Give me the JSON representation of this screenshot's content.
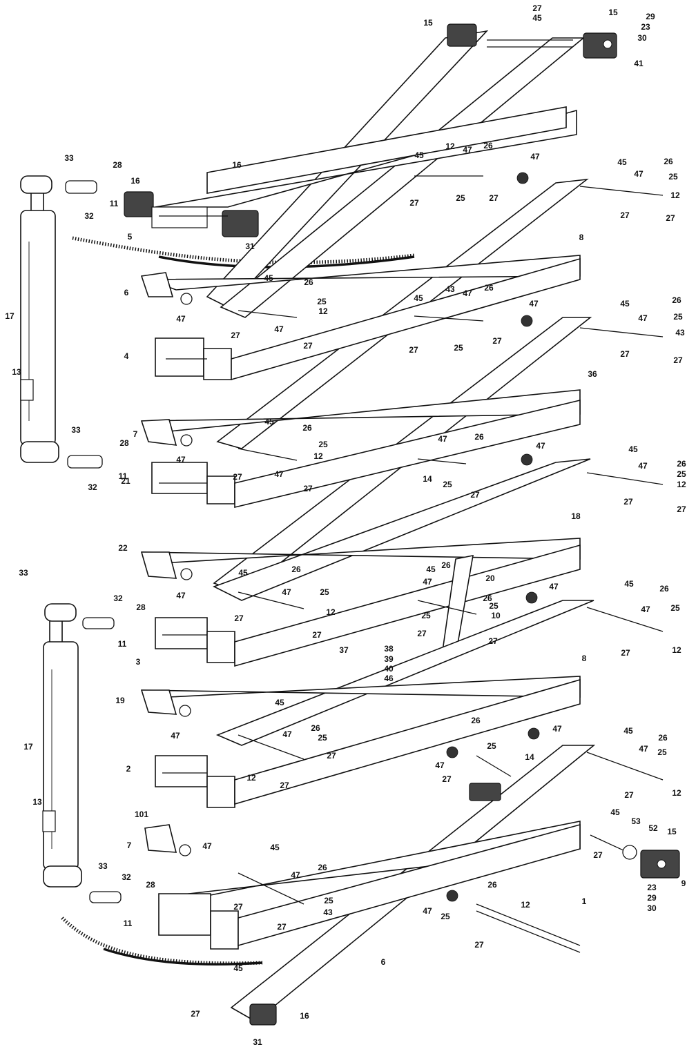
{
  "diagram": {
    "colors": {
      "ink": "#111111",
      "paper": "#ffffff"
    },
    "callouts": [
      {
        "id": "c1",
        "text": "27"
      },
      {
        "id": "c2",
        "text": "45"
      },
      {
        "id": "c3",
        "text": "15"
      },
      {
        "id": "c4",
        "text": "15"
      },
      {
        "id": "c5",
        "text": "29"
      },
      {
        "id": "c6",
        "text": "23"
      },
      {
        "id": "c7",
        "text": "30"
      },
      {
        "id": "c8",
        "text": "41"
      },
      {
        "id": "c9",
        "text": "33"
      },
      {
        "id": "c10",
        "text": "28"
      },
      {
        "id": "c11",
        "text": "11"
      },
      {
        "id": "c12",
        "text": "32"
      },
      {
        "id": "c13",
        "text": "16"
      },
      {
        "id": "c14",
        "text": "16"
      },
      {
        "id": "c15",
        "text": "5"
      },
      {
        "id": "c16",
        "text": "31"
      },
      {
        "id": "c17",
        "text": "45"
      },
      {
        "id": "c18",
        "text": "12"
      },
      {
        "id": "c19",
        "text": "47"
      },
      {
        "id": "c20",
        "text": "26"
      },
      {
        "id": "c21",
        "text": "47"
      },
      {
        "id": "c22",
        "text": "25"
      },
      {
        "id": "c23",
        "text": "27"
      },
      {
        "id": "c24",
        "text": "27"
      },
      {
        "id": "c25",
        "text": "45"
      },
      {
        "id": "c26",
        "text": "47"
      },
      {
        "id": "c27",
        "text": "26"
      },
      {
        "id": "c28",
        "text": "25"
      },
      {
        "id": "c29",
        "text": "12"
      },
      {
        "id": "c30",
        "text": "27"
      },
      {
        "id": "c31",
        "text": "27"
      },
      {
        "id": "c32",
        "text": "8"
      },
      {
        "id": "c33",
        "text": "6"
      },
      {
        "id": "c34",
        "text": "47"
      },
      {
        "id": "c35",
        "text": "45"
      },
      {
        "id": "c36",
        "text": "26"
      },
      {
        "id": "c37",
        "text": "25"
      },
      {
        "id": "c38",
        "text": "12"
      },
      {
        "id": "c39",
        "text": "47"
      },
      {
        "id": "c40",
        "text": "27"
      },
      {
        "id": "c41",
        "text": "27"
      },
      {
        "id": "c42",
        "text": "45"
      },
      {
        "id": "c43",
        "text": "43"
      },
      {
        "id": "c44",
        "text": "47"
      },
      {
        "id": "c45",
        "text": "26"
      },
      {
        "id": "c46",
        "text": "47"
      },
      {
        "id": "c47",
        "text": "27"
      },
      {
        "id": "c48",
        "text": "25"
      },
      {
        "id": "c49",
        "text": "27"
      },
      {
        "id": "c50",
        "text": "45"
      },
      {
        "id": "c51",
        "text": "26"
      },
      {
        "id": "c52",
        "text": "47"
      },
      {
        "id": "c53",
        "text": "25"
      },
      {
        "id": "c54",
        "text": "43"
      },
      {
        "id": "c55",
        "text": "27"
      },
      {
        "id": "c56",
        "text": "27"
      },
      {
        "id": "c57",
        "text": "4"
      },
      {
        "id": "c58",
        "text": "17"
      },
      {
        "id": "c59",
        "text": "13"
      },
      {
        "id": "c60",
        "text": "36"
      },
      {
        "id": "c61",
        "text": "33"
      },
      {
        "id": "c62",
        "text": "28"
      },
      {
        "id": "c63",
        "text": "11"
      },
      {
        "id": "c64",
        "text": "32"
      },
      {
        "id": "c65",
        "text": "7"
      },
      {
        "id": "c66",
        "text": "47"
      },
      {
        "id": "c67",
        "text": "45"
      },
      {
        "id": "c68",
        "text": "26"
      },
      {
        "id": "c69",
        "text": "25"
      },
      {
        "id": "c70",
        "text": "12"
      },
      {
        "id": "c71",
        "text": "47"
      },
      {
        "id": "c72",
        "text": "27"
      },
      {
        "id": "c73",
        "text": "27"
      },
      {
        "id": "c74",
        "text": "47"
      },
      {
        "id": "c75",
        "text": "26"
      },
      {
        "id": "c76",
        "text": "47"
      },
      {
        "id": "c77",
        "text": "14"
      },
      {
        "id": "c78",
        "text": "25"
      },
      {
        "id": "c79",
        "text": "27"
      },
      {
        "id": "c80",
        "text": "45"
      },
      {
        "id": "c81",
        "text": "47"
      },
      {
        "id": "c82",
        "text": "26"
      },
      {
        "id": "c83",
        "text": "25"
      },
      {
        "id": "c84",
        "text": "12"
      },
      {
        "id": "c85",
        "text": "27"
      },
      {
        "id": "c86",
        "text": "27"
      },
      {
        "id": "c87",
        "text": "21"
      },
      {
        "id": "c88",
        "text": "18"
      },
      {
        "id": "c89",
        "text": "22"
      },
      {
        "id": "c90",
        "text": "47"
      },
      {
        "id": "c91",
        "text": "33"
      },
      {
        "id": "c92",
        "text": "45"
      },
      {
        "id": "c93",
        "text": "26"
      },
      {
        "id": "c94",
        "text": "47"
      },
      {
        "id": "c95",
        "text": "25"
      },
      {
        "id": "c96",
        "text": "12"
      },
      {
        "id": "c97",
        "text": "27"
      },
      {
        "id": "c98",
        "text": "27"
      },
      {
        "id": "c99",
        "text": "45"
      },
      {
        "id": "c100",
        "text": "26"
      },
      {
        "id": "c101",
        "text": "20"
      },
      {
        "id": "c102",
        "text": "47"
      },
      {
        "id": "c103",
        "text": "47"
      },
      {
        "id": "c104",
        "text": "26"
      },
      {
        "id": "c105",
        "text": "25"
      },
      {
        "id": "c106",
        "text": "25"
      },
      {
        "id": "c107",
        "text": "10"
      },
      {
        "id": "c108",
        "text": "27"
      },
      {
        "id": "c109",
        "text": "27"
      },
      {
        "id": "c110",
        "text": "45"
      },
      {
        "id": "c111",
        "text": "26"
      },
      {
        "id": "c112",
        "text": "47"
      },
      {
        "id": "c113",
        "text": "25"
      },
      {
        "id": "c114",
        "text": "27"
      },
      {
        "id": "c115",
        "text": "12"
      },
      {
        "id": "c116",
        "text": "32"
      },
      {
        "id": "c117",
        "text": "28"
      },
      {
        "id": "c118",
        "text": "11"
      },
      {
        "id": "c119",
        "text": "3"
      },
      {
        "id": "c120",
        "text": "37"
      },
      {
        "id": "c121",
        "text": "38"
      },
      {
        "id": "c122",
        "text": "39"
      },
      {
        "id": "c123",
        "text": "40"
      },
      {
        "id": "c124",
        "text": "46"
      },
      {
        "id": "c125",
        "text": "8"
      },
      {
        "id": "c126",
        "text": "19"
      },
      {
        "id": "c127",
        "text": "47"
      },
      {
        "id": "c128",
        "text": "45"
      },
      {
        "id": "c129",
        "text": "26"
      },
      {
        "id": "c130",
        "text": "47"
      },
      {
        "id": "c131",
        "text": "25"
      },
      {
        "id": "c132",
        "text": "12"
      },
      {
        "id": "c133",
        "text": "27"
      },
      {
        "id": "c134",
        "text": "27"
      },
      {
        "id": "c135",
        "text": "26"
      },
      {
        "id": "c136",
        "text": "47"
      },
      {
        "id": "c137",
        "text": "25"
      },
      {
        "id": "c138",
        "text": "47"
      },
      {
        "id": "c139",
        "text": "27"
      },
      {
        "id": "c140",
        "text": "14"
      },
      {
        "id": "c141",
        "text": "2"
      },
      {
        "id": "c142",
        "text": "17"
      },
      {
        "id": "c143",
        "text": "13"
      },
      {
        "id": "c144",
        "text": "45"
      },
      {
        "id": "c145",
        "text": "26"
      },
      {
        "id": "c146",
        "text": "47"
      },
      {
        "id": "c147",
        "text": "25"
      },
      {
        "id": "c148",
        "text": "27"
      },
      {
        "id": "c149",
        "text": "12"
      },
      {
        "id": "c150",
        "text": "101"
      },
      {
        "id": "c151",
        "text": "7"
      },
      {
        "id": "c152",
        "text": "47"
      },
      {
        "id": "c153",
        "text": "45"
      },
      {
        "id": "c154",
        "text": "53"
      },
      {
        "id": "c155",
        "text": "52"
      },
      {
        "id": "c156",
        "text": "15"
      },
      {
        "id": "c157",
        "text": "27"
      },
      {
        "id": "c158",
        "text": "9"
      },
      {
        "id": "c159",
        "text": "23"
      },
      {
        "id": "c160",
        "text": "29"
      },
      {
        "id": "c161",
        "text": "30"
      },
      {
        "id": "c162",
        "text": "1"
      },
      {
        "id": "c163",
        "text": "45"
      },
      {
        "id": "c164",
        "text": "26"
      },
      {
        "id": "c165",
        "text": "47"
      },
      {
        "id": "c166",
        "text": "25"
      },
      {
        "id": "c167",
        "text": "43"
      },
      {
        "id": "c168",
        "text": "27"
      },
      {
        "id": "c169",
        "text": "27"
      },
      {
        "id": "c170",
        "text": "26"
      },
      {
        "id": "c171",
        "text": "47"
      },
      {
        "id": "c172",
        "text": "25"
      },
      {
        "id": "c173",
        "text": "27"
      },
      {
        "id": "c174",
        "text": "12"
      },
      {
        "id": "c175",
        "text": "33"
      },
      {
        "id": "c176",
        "text": "32"
      },
      {
        "id": "c177",
        "text": "28"
      },
      {
        "id": "c178",
        "text": "11"
      },
      {
        "id": "c179",
        "text": "6"
      },
      {
        "id": "c180",
        "text": "45"
      },
      {
        "id": "c181",
        "text": "27"
      },
      {
        "id": "c182",
        "text": "16"
      },
      {
        "id": "c183",
        "text": "31"
      }
    ]
  }
}
